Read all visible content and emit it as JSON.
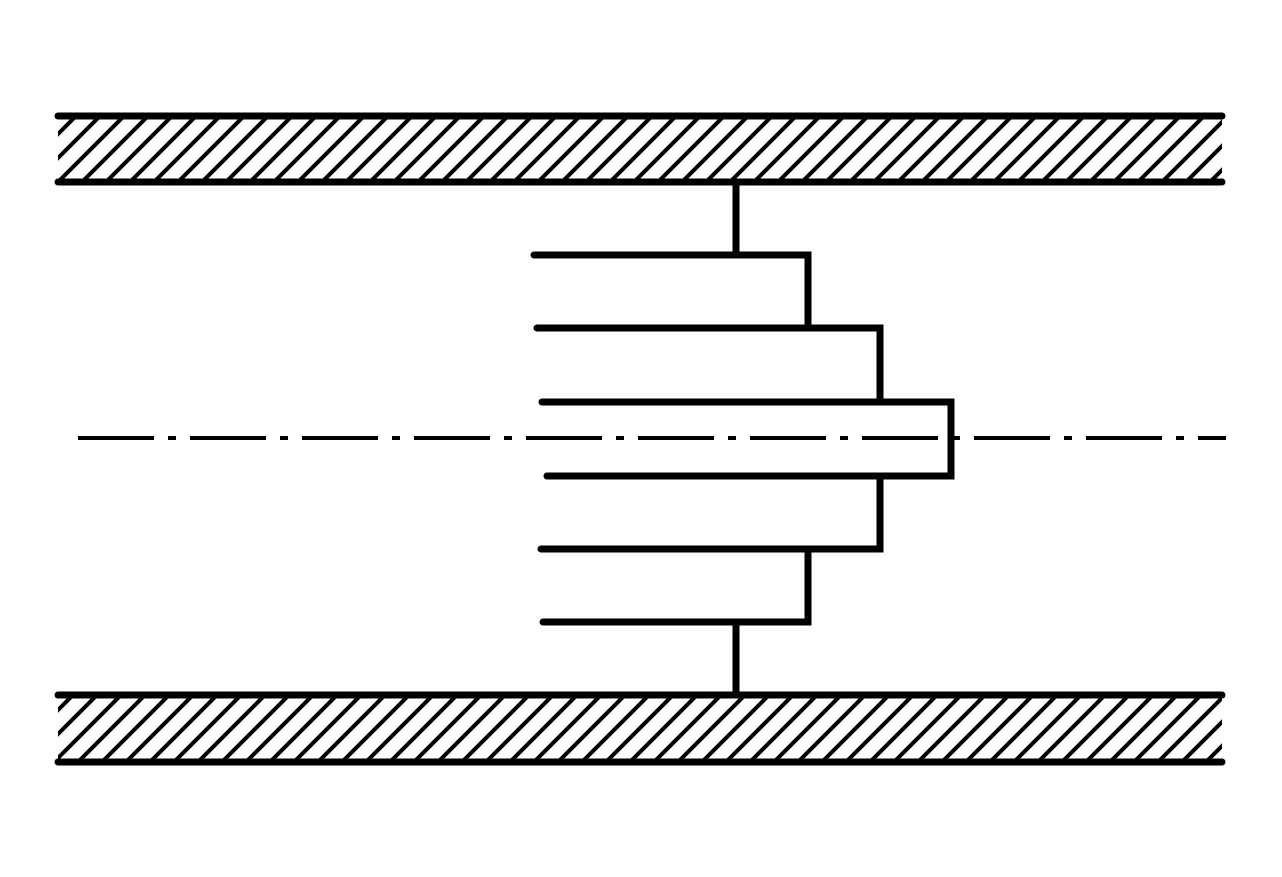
{
  "diagram": {
    "colors": {
      "background": "#ffffff",
      "stroke": "#000000"
    },
    "components": [
      "upper-wall",
      "lower-wall",
      "center-axis",
      "stepped-baffle"
    ]
  }
}
